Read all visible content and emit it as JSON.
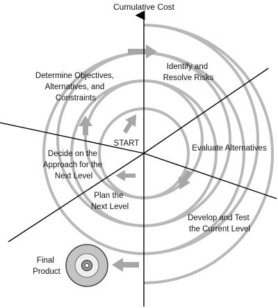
{
  "axis_title": "Cumulative Cost",
  "start_label": "START",
  "quadrants": {
    "objectives": [
      "Determine Objectives,",
      "Alternatives, and",
      "Constraints"
    ],
    "risks": [
      "Identify and",
      "Resolve Risks"
    ],
    "alternatives": [
      "Evaluate Alternatives"
    ],
    "approach": [
      "Decide on the",
      "Approach for the",
      "Next Level"
    ],
    "plan": [
      "Plan the",
      "Next Level"
    ],
    "develop": [
      "Develop and Test",
      "the Current Level"
    ],
    "final": [
      "Final",
      "Product"
    ]
  },
  "colors": {
    "spiral": "#b8b8b8",
    "arrow": "#a6a6a6",
    "line": "#000000",
    "disc_outer": "#c4c4c4",
    "disc_ring": "#eeeeee",
    "disc_hub": "#9a9a9a"
  },
  "icons": [
    "disc-icon"
  ]
}
